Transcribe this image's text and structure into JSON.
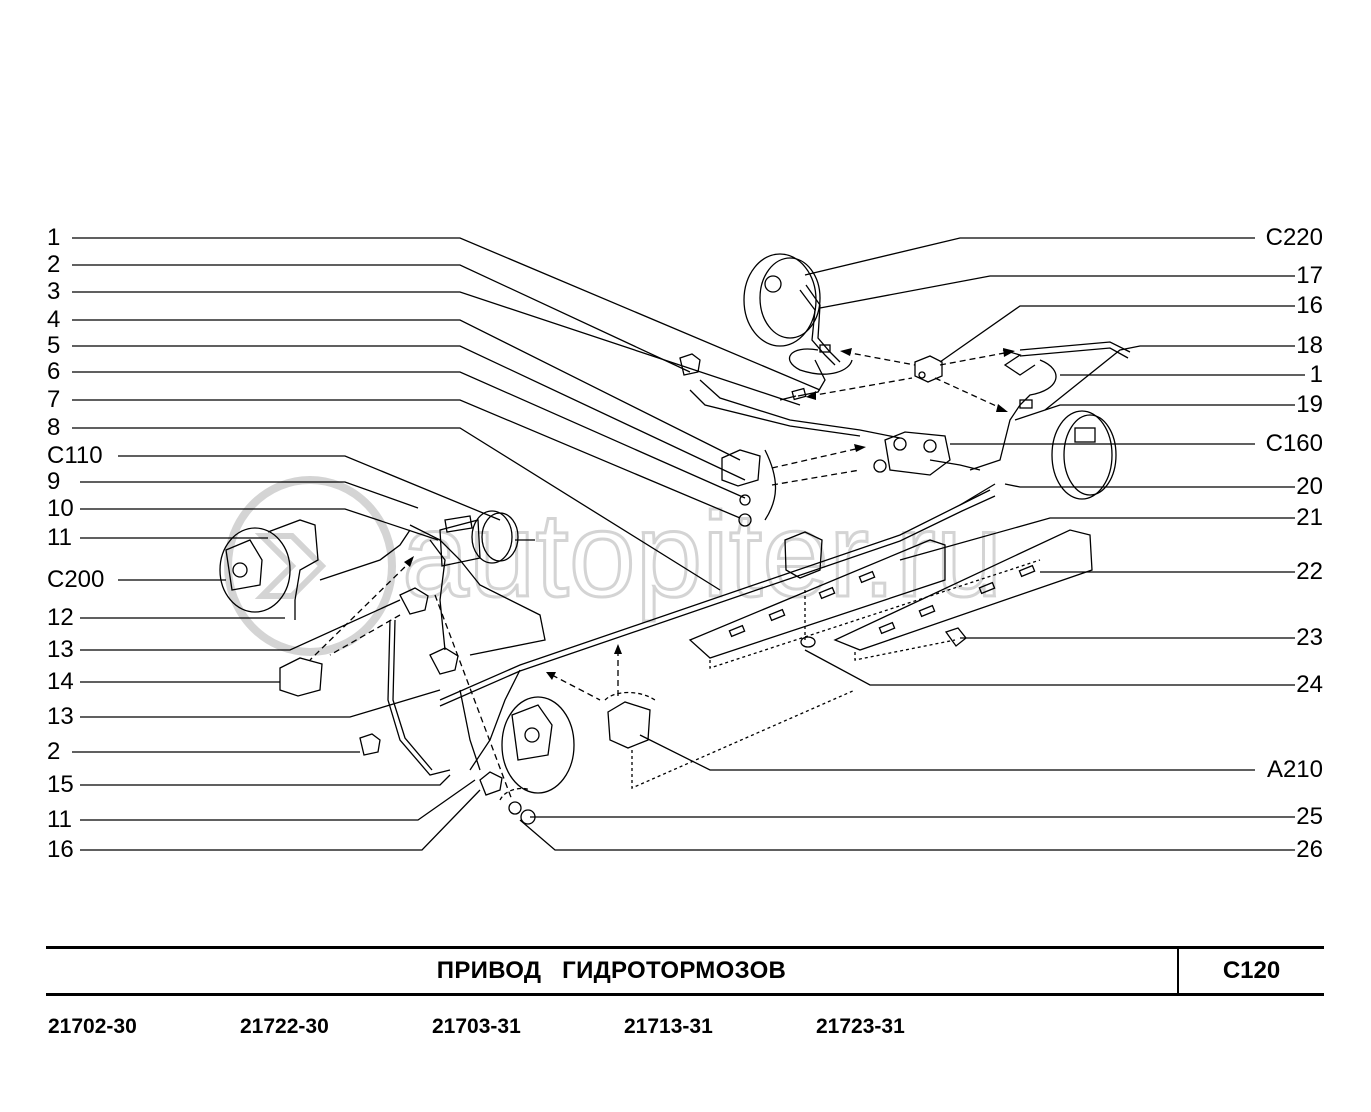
{
  "title": "ПРИВОД   ГИДРОТОРМОЗОВ",
  "code": "C120",
  "watermark": "autopiter.ru",
  "models": [
    "21702-30",
    "21722-30",
    "21703-31",
    "21713-31",
    "21723-31"
  ],
  "left_labels": [
    "1",
    "2",
    "3",
    "4",
    "5",
    "6",
    "7",
    "8",
    "C110",
    "9",
    "10",
    "11",
    "C200",
    "12",
    "13",
    "14",
    "13",
    "2",
    "15",
    "11",
    "16"
  ],
  "right_labels": [
    "C220",
    "17",
    "16",
    "18",
    "1",
    "19",
    "C160",
    "20",
    "21",
    "22",
    "23",
    "24",
    "A210",
    "25",
    "26"
  ],
  "colors": {
    "line": "#000000",
    "watermark": "#d4d4d4",
    "background": "#ffffff"
  }
}
